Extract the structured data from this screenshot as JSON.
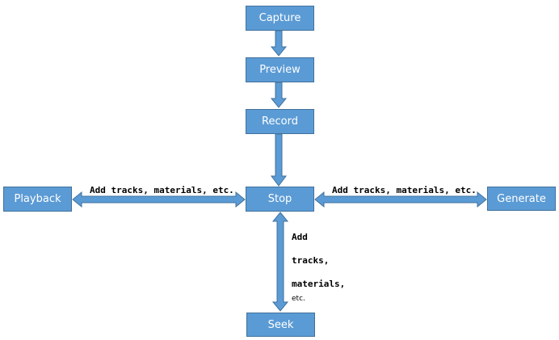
{
  "nodes": {
    "capture": "Capture",
    "preview": "Preview",
    "record": "Record",
    "stop": "Stop",
    "playback": "Playback",
    "generate": "Generate",
    "seek": "Seek"
  },
  "edge_labels": {
    "stop_playback": "Add tracks, materials, etc.",
    "stop_generate": "Add tracks, materials, etc.",
    "stop_seek": [
      "Add",
      "tracks,",
      "materials,",
      "etc."
    ]
  },
  "colors": {
    "node_fill": "#5b9bd5",
    "node_border": "#41719c",
    "connector": "#5b9bd5"
  }
}
